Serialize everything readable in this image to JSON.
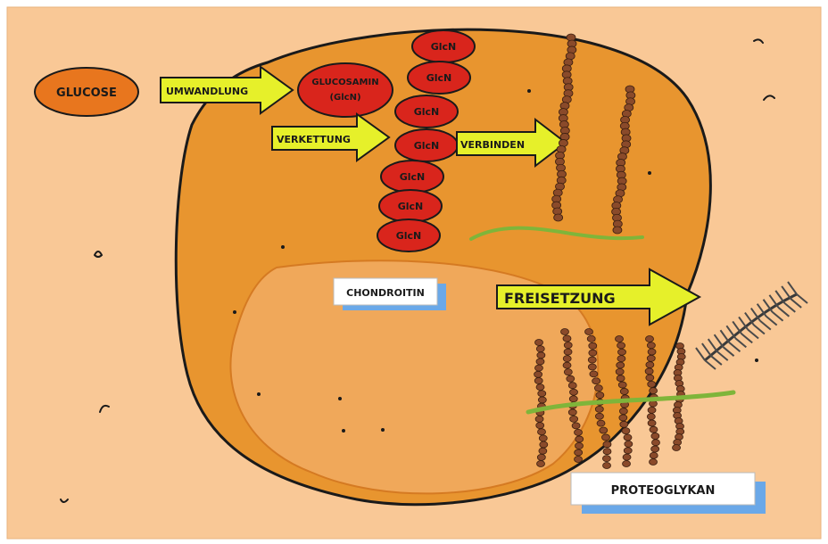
{
  "labels": {
    "glucose": "GLUCOSE",
    "umwandlung": "UMWANDLUNG",
    "glucosamin_line1": "GLUCOSAMIN",
    "glucosamin_line2": "(GlcN)",
    "verkettung": "VERKETTUNG",
    "verbinden": "VERBINDEN",
    "chondroitin": "CHONDROITIN",
    "freisetzung": "FREISETZUNG",
    "proteoglykan": "PROTEOGLYKAN"
  },
  "glcn_units": [
    "GlcN",
    "GlcN",
    "GlcN",
    "GlcN",
    "GlcN",
    "GlcN",
    "GlcN"
  ],
  "colors": {
    "background": "#f9c896",
    "cell": "#e8952f",
    "nucleus": "#f0a85a",
    "glucose": "#e8761e",
    "glcn": "#d9251c",
    "arrow": "#e6f02a",
    "chain": "#8a4a2a",
    "strand": "#7fb53a",
    "label_box_shadow": "#6aa8e8"
  }
}
